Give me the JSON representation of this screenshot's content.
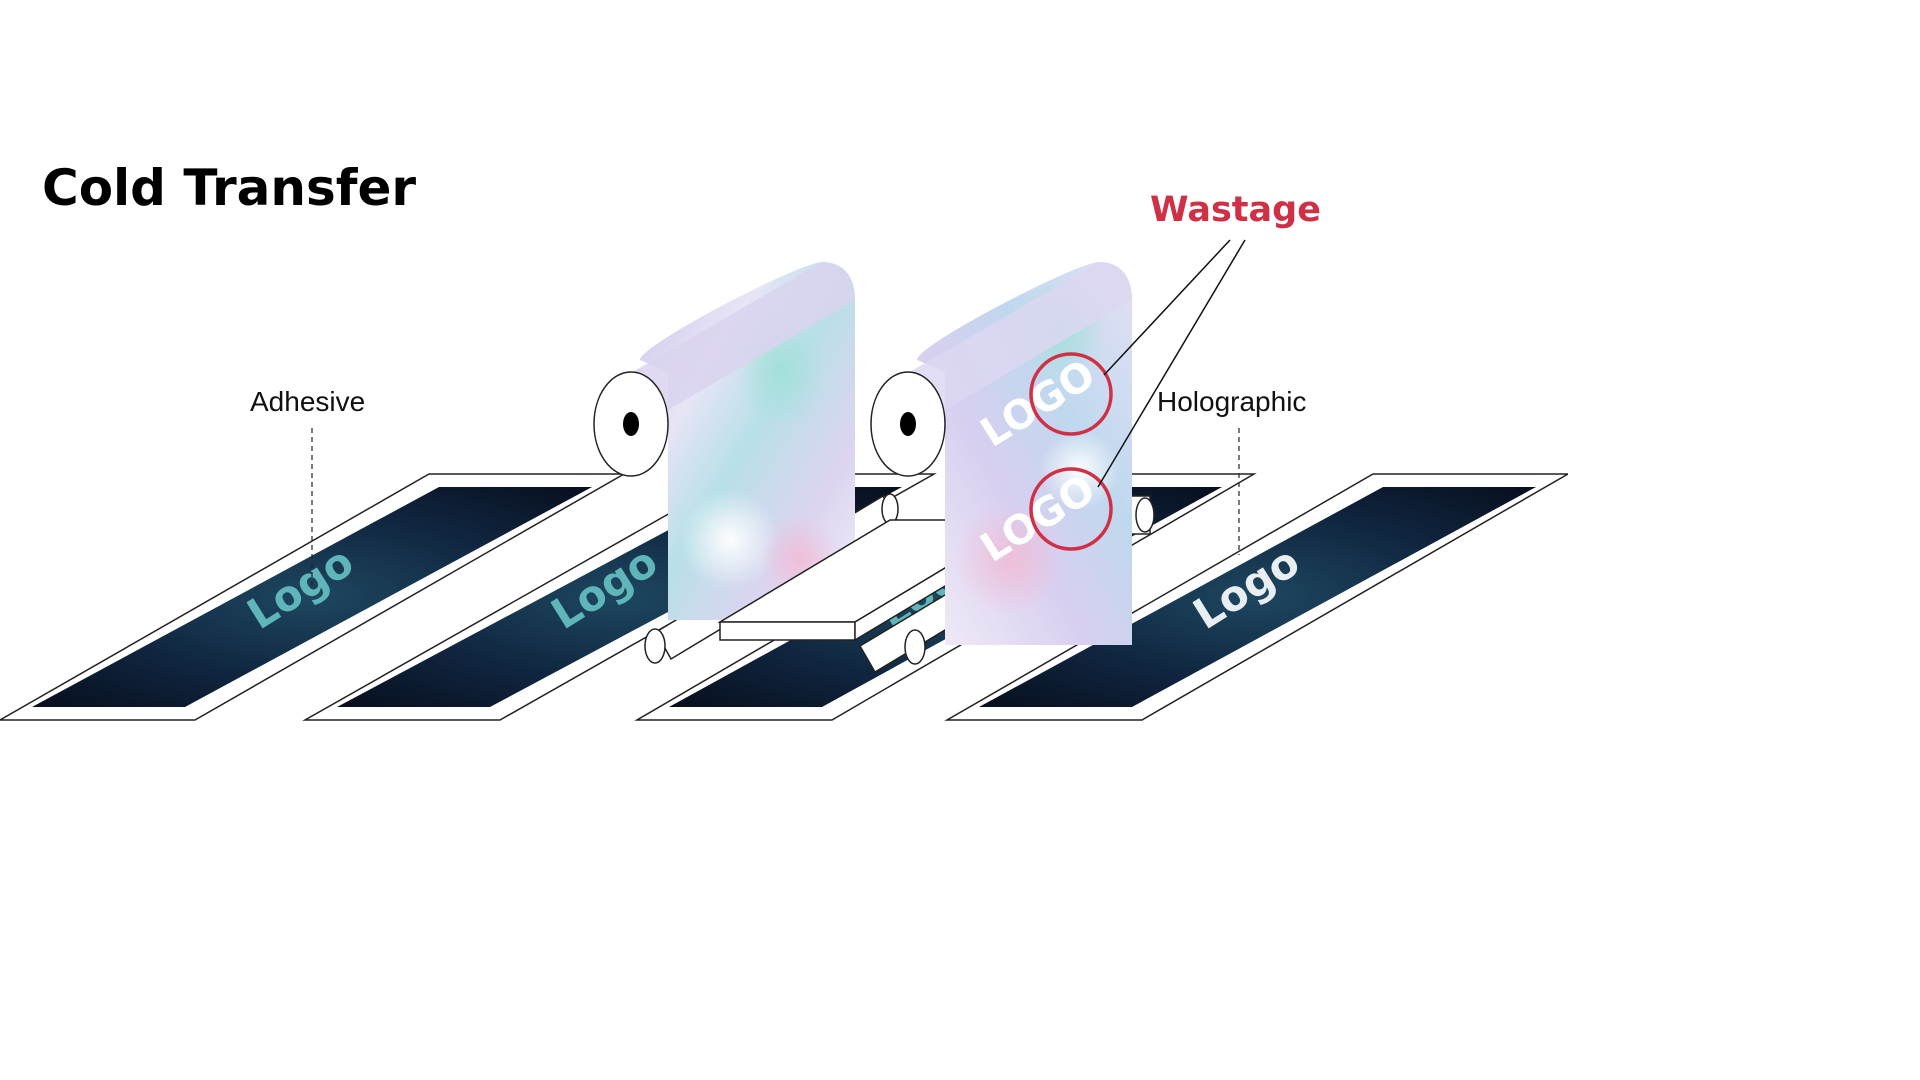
{
  "title": "Cold Transfer",
  "labels": {
    "adhesive": "Adhesive",
    "holographic": "Holographic",
    "wastage": "Wastage"
  },
  "sheets": [
    {
      "logo_text": "Logo",
      "logo_color": "#5fb6b8"
    },
    {
      "logo_text": "Logo",
      "logo_color": "#5fb6b8"
    },
    {
      "logo_text": "Logo",
      "logo_color": "#5fb6b8"
    },
    {
      "logo_text": "Logo",
      "logo_color": "#e9eef3"
    }
  ],
  "foil_logos": [
    "LOGO",
    "LOGO"
  ],
  "colors": {
    "accent_red": "#d03045",
    "sheet_dark": "#0c1830",
    "foil_base": "#cdd0ef"
  }
}
